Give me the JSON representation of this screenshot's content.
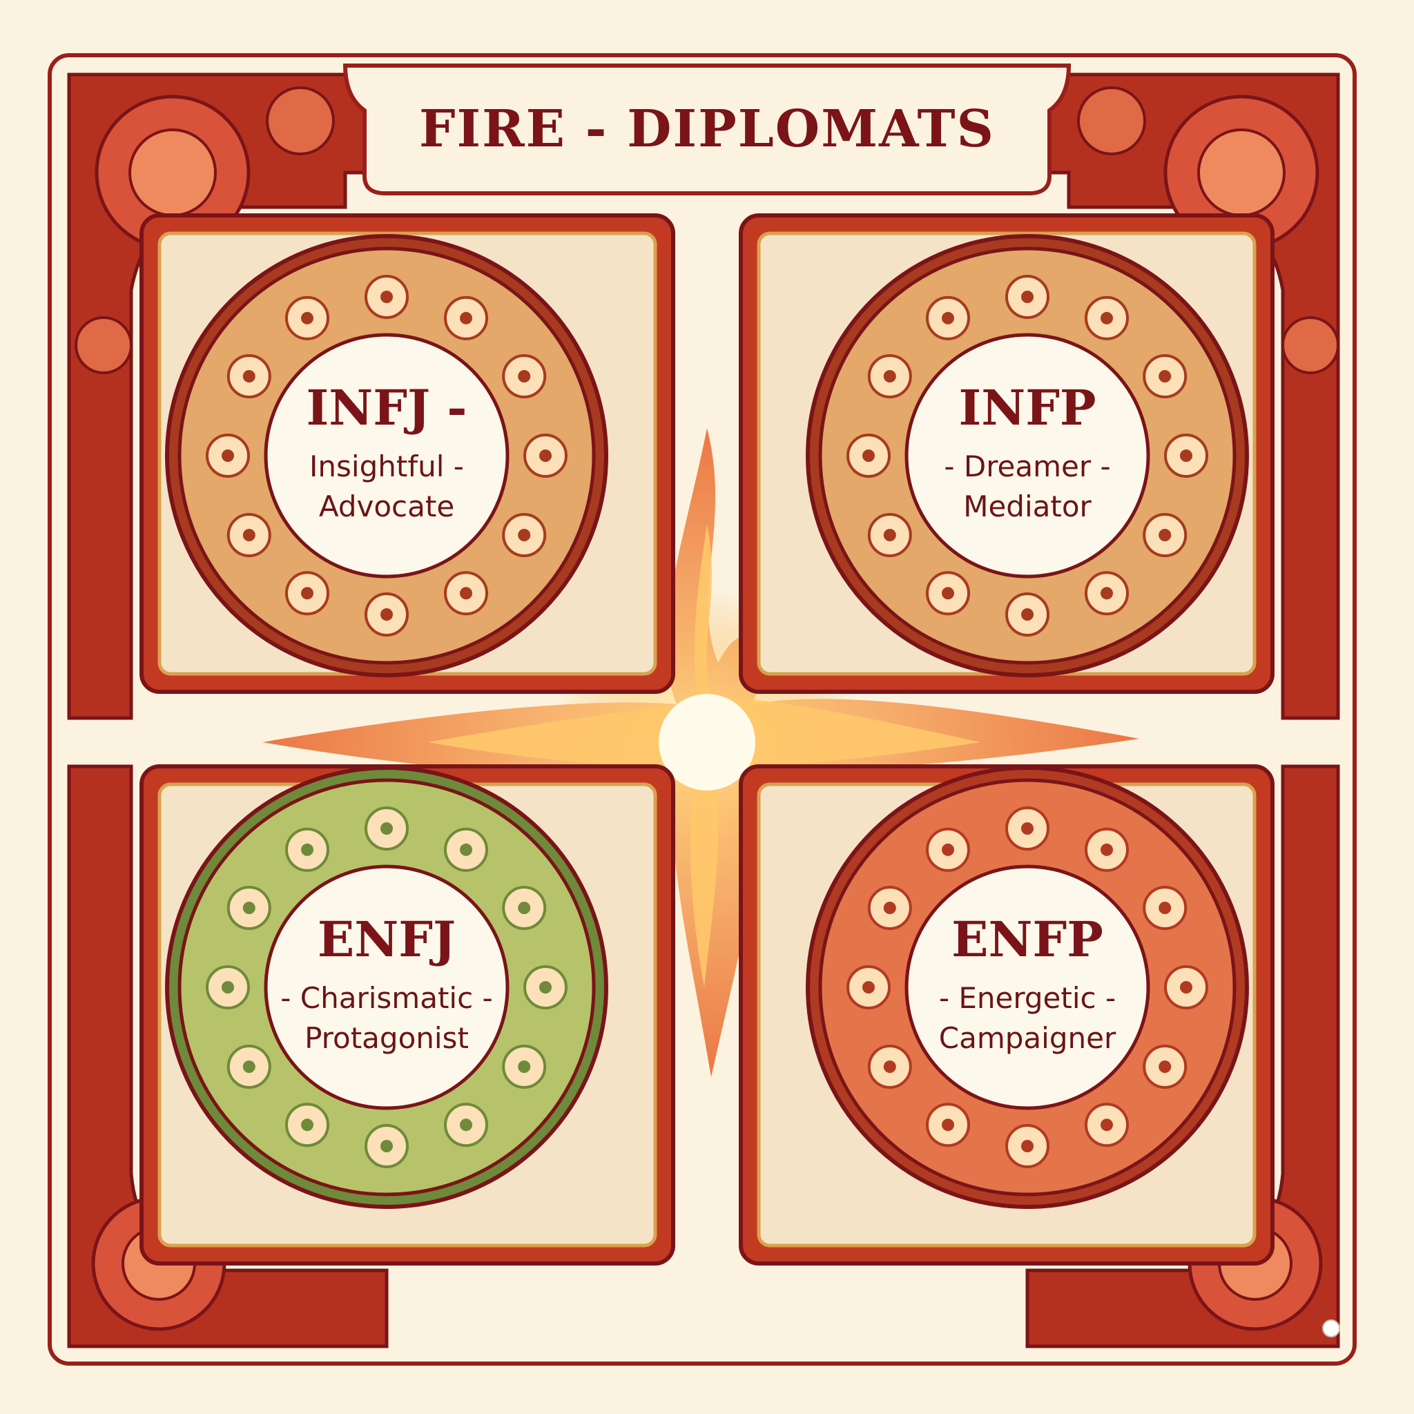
{
  "title": "FIRE - DIPLOMATS",
  "colors": {
    "background": "#fbf3df",
    "frame": "#9a1f1a",
    "panel": "#c23a22",
    "gold": "#d9a24e",
    "text": "#7a1418",
    "flame": "#f08a3a"
  },
  "panels": [
    {
      "code": "INFJ -",
      "line1": "Insightful -",
      "line2": "Advocate",
      "ring": "#e3a86a",
      "ring_dark": "#a83a1f"
    },
    {
      "code": "INFP",
      "line1": "- Dreamer -",
      "line2": "Mediator",
      "ring": "#e3a86a",
      "ring_dark": "#a83a1f"
    },
    {
      "code": "ENFJ",
      "line1": "- Charismatic -",
      "line2": "Protagonist",
      "ring": "#b7c36a",
      "ring_dark": "#6f8a3a"
    },
    {
      "code": "ENFP",
      "line1": "- Energetic -",
      "line2": "Campaigner",
      "ring": "#e4744a",
      "ring_dark": "#b13a22"
    }
  ]
}
